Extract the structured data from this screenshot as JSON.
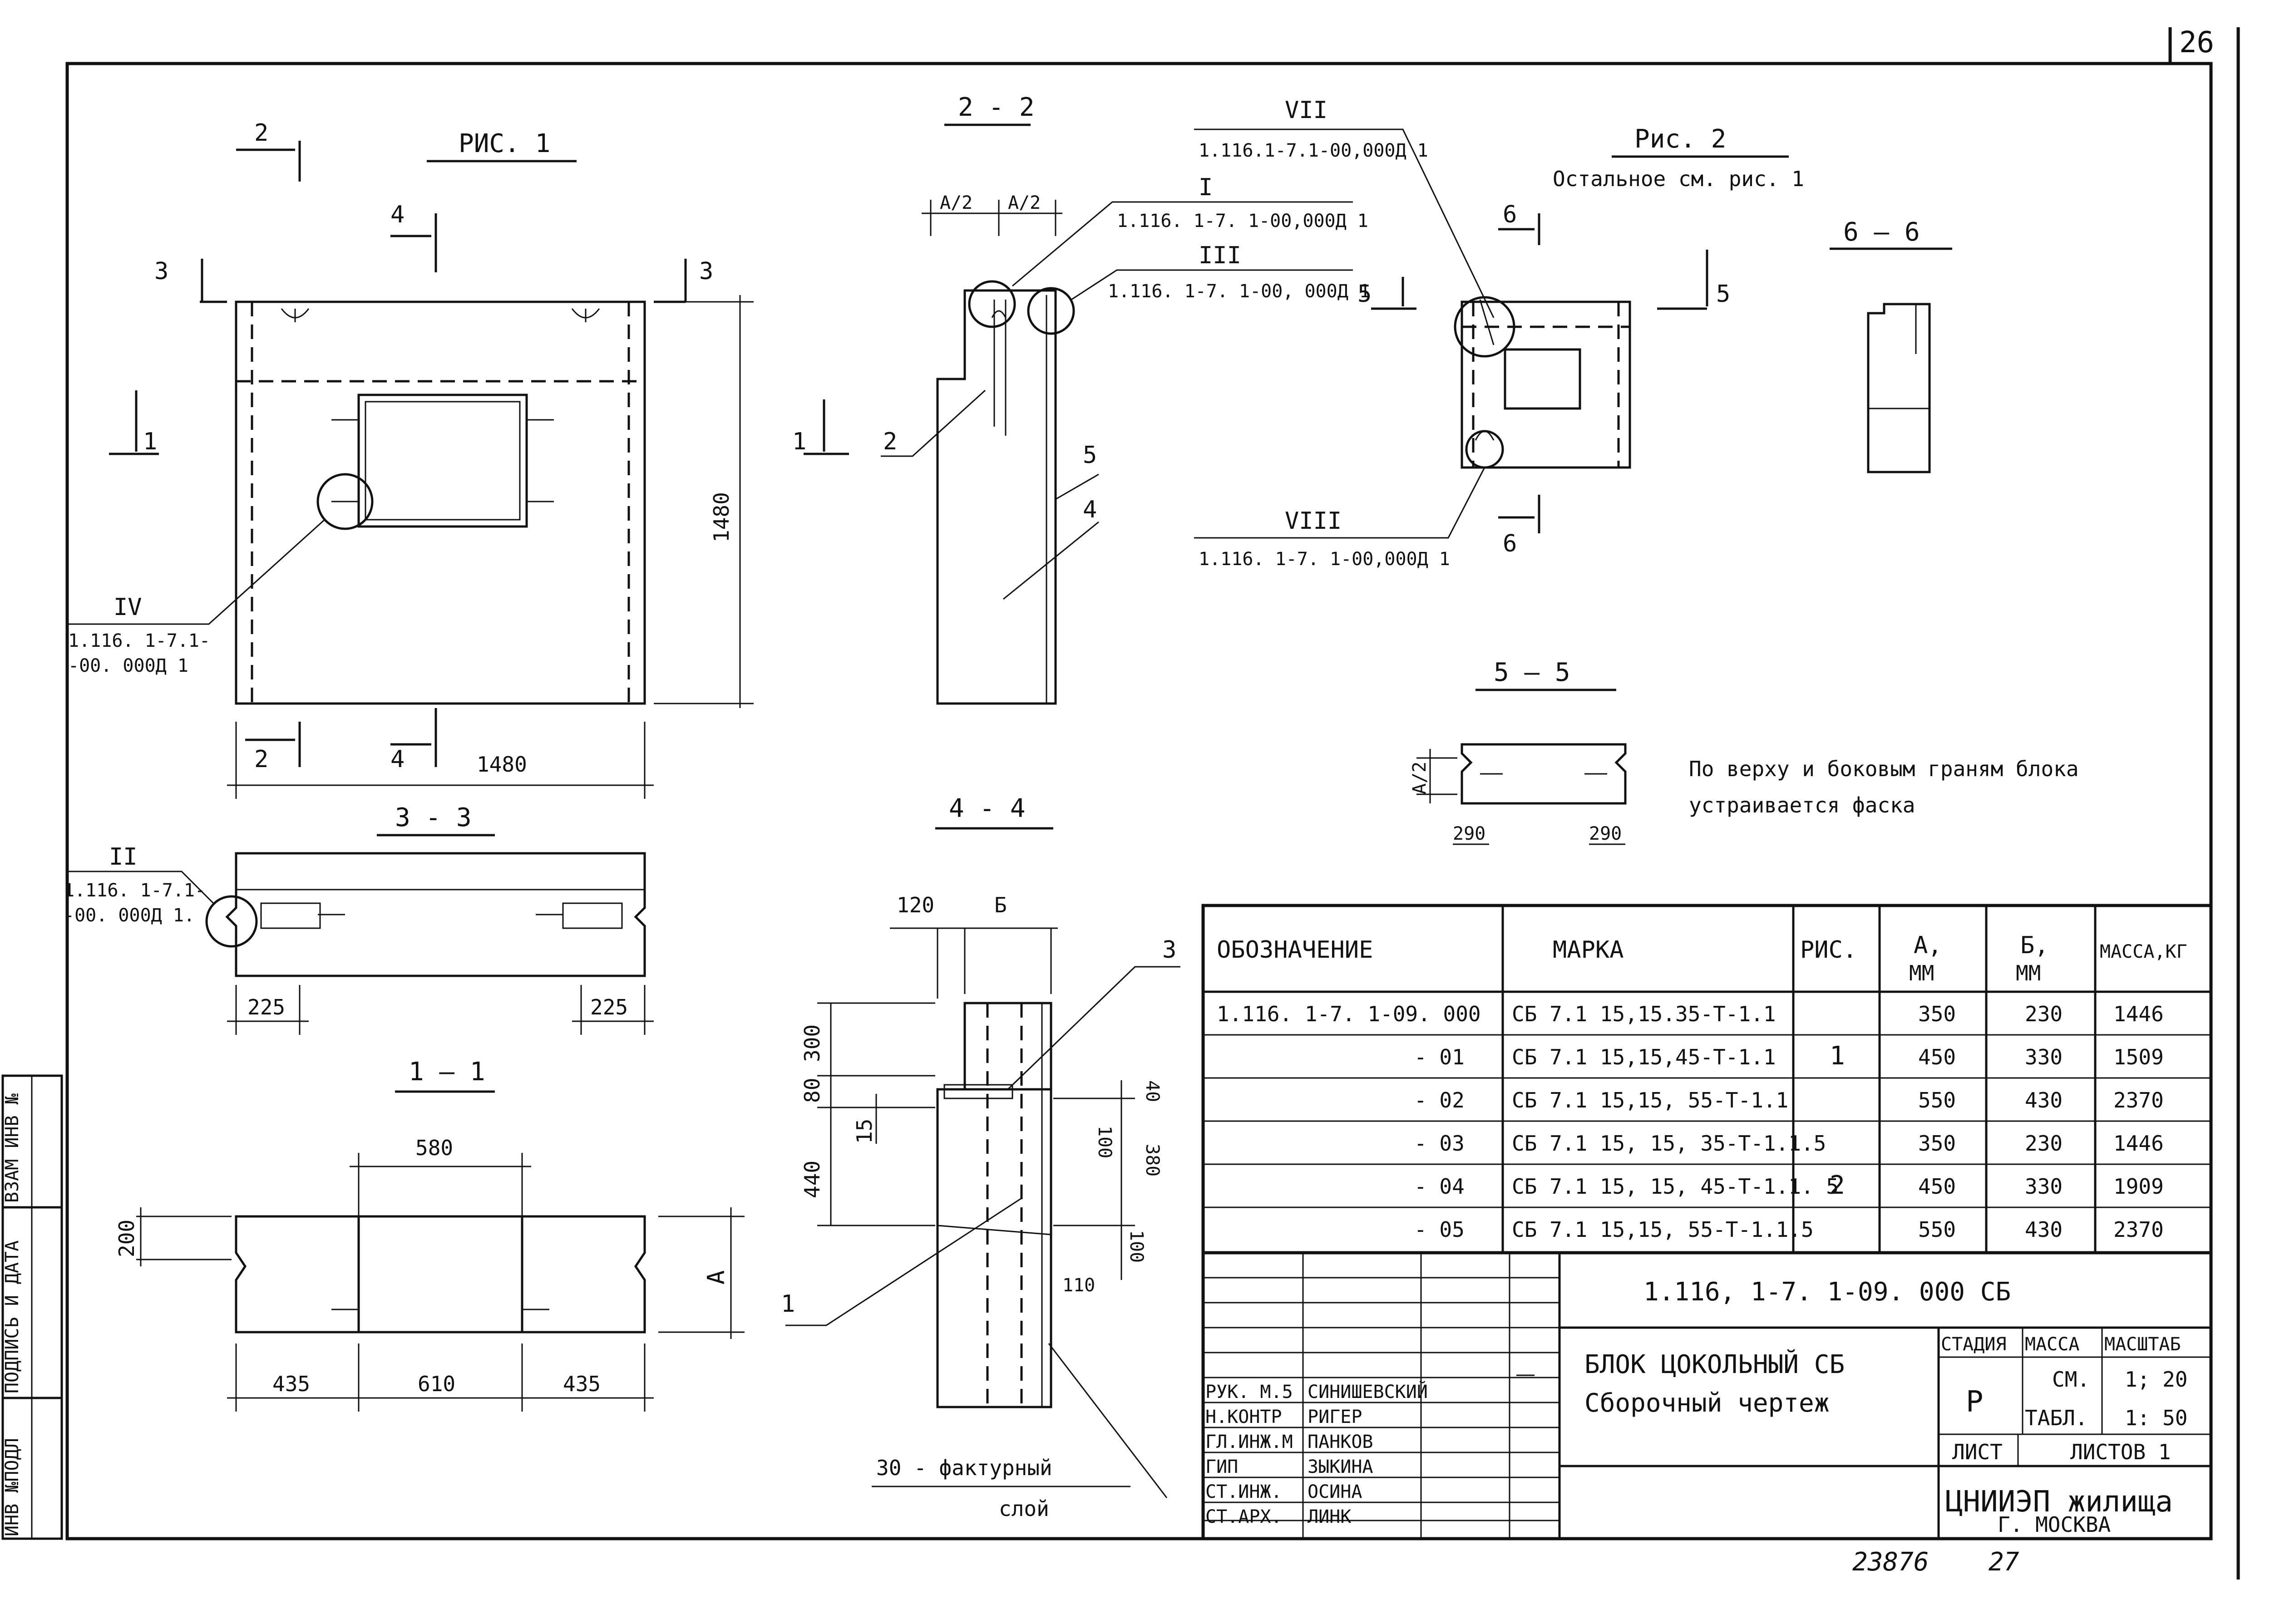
{
  "sheet": {
    "page_number": "26",
    "bottom_note": "23876",
    "bottom_page": "27"
  },
  "left_strip": {
    "inv_podl": "ИНВ №ПОДЛ",
    "sign_date": "ПОДПИСЬ И ДАТА",
    "vzam": "ВЗАМ ИНВ №"
  },
  "fig1": {
    "title": "РИС. 1",
    "sec2": "2",
    "sec3": "3",
    "sec4": "4",
    "sec1": "1",
    "dim_height": "1480",
    "dim_width": "1480",
    "callout_num": "IV",
    "callout_ref1": "1.116. 1-7.1-",
    "callout_ref2": "-00. 000Д 1"
  },
  "sec22": {
    "title": "2 - 2",
    "a_half": "А/2",
    "ref_i_num": "I",
    "ref_i": "1.116. 1-7. 1-00,000Д 1",
    "ref_iii_num": "III",
    "ref_iii": "1.116. 1-7. 1-00, 000Д 1",
    "pos2": "2",
    "pos5": "5",
    "pos4": "4",
    "sec1": "1"
  },
  "fig2": {
    "title": "Рис. 2",
    "subtitle": "Остальное см. рис. 1",
    "ref_vii_num": "VII",
    "ref_vii": "1.116.1-7.1-00,000Д 1",
    "ref_viii_num": "VIII",
    "ref_viii": "1.116. 1-7. 1-00,000Д 1",
    "sec6": "6",
    "sec5": "5"
  },
  "sec66": {
    "title": "6 – 6"
  },
  "sec55": {
    "title": "5 – 5",
    "a_half": "А/2",
    "dim1": "290",
    "dim2": "290"
  },
  "note": {
    "line1": "По верху и боковым граням блока",
    "line2": "устраивается фаска"
  },
  "sec33": {
    "title": "3 - 3",
    "ref_num": "II",
    "ref1": "1.116. 1-7.1-",
    "ref2": "-00. 000Д 1.",
    "dim_left": "225",
    "dim_right": "225"
  },
  "sec44": {
    "title": "4 - 4",
    "dim120": "120",
    "dimB": "Б",
    "dim300": "300",
    "dim80": "80",
    "dim440": "440",
    "dim15": "15",
    "dim40": "40",
    "dim100a": "100",
    "dim380": "380",
    "dim100b": "100",
    "dim110": "110",
    "pos3": "3",
    "pos1": "1",
    "layer1": "30 - фактурный",
    "layer2": "слой"
  },
  "sec11": {
    "title": "1 – 1",
    "dim580": "580",
    "dim200": "200",
    "dimA": "А",
    "dim435a": "435",
    "dim610": "610",
    "dim435b": "435"
  },
  "spec_table": {
    "headers": [
      "ОБОЗНАЧЕНИЕ",
      "МАРКА",
      "РИС.",
      "А, ММ",
      "Б, ММ",
      "МАССА,КГ"
    ],
    "rows": [
      {
        "code": "1.116. 1-7. 1-09. 000",
        "mark": "СБ 7.1 15,15.35-Т-1.1",
        "fig": "",
        "a": "350",
        "b": "230",
        "mass": "1446"
      },
      {
        "code": "- 01",
        "mark": "СБ 7.1 15,15,45-Т-1.1",
        "fig": "1",
        "a": "450",
        "b": "330",
        "mass": "1509"
      },
      {
        "code": "- 02",
        "mark": "СБ 7.1 15,15, 55-Т-1.1",
        "fig": "",
        "a": "550",
        "b": "430",
        "mass": "2370"
      },
      {
        "code": "- 03",
        "mark": "СБ 7.1 15, 15, 35-Т-1.1.5",
        "fig": "",
        "a": "350",
        "b": "230",
        "mass": "1446"
      },
      {
        "code": "- 04",
        "mark": "СБ 7.1 15, 15, 45-Т-1.1. 5",
        "fig": "2",
        "a": "450",
        "b": "330",
        "mass": "1909"
      },
      {
        "code": "- 05",
        "mark": "СБ 7.1 15,15, 55-Т-1.1.5",
        "fig": "",
        "a": "550",
        "b": "430",
        "mass": "2370"
      }
    ]
  },
  "title_block": {
    "doc_code": "1.116, 1-7. 1-09. 000 СБ",
    "name1": "БЛОК ЦОКОЛЬНЫЙ СБ",
    "name2": "Сборочный чертеж",
    "stage_label": "СТАДИЯ",
    "mass_label": "МАССА",
    "scale_label": "МАСШТАБ",
    "stage": "Р",
    "mass1": "СМ.",
    "mass2": "ТАБЛ.",
    "scale1": "1; 20",
    "scale2": "1: 50",
    "sheet_label": "ЛИСТ",
    "sheets_label": "ЛИСТОВ 1",
    "org": "ЦНИИЭП жилища",
    "city": "Г. МОСКВА",
    "staff": [
      {
        "role": "РУК. М.5",
        "name": "СИНИШЕВСКИЙ"
      },
      {
        "role": "Н.КОНТР",
        "name": "РИГЕР"
      },
      {
        "role": "ГЛ.ИНЖ.М",
        "name": "ПАНКОВ"
      },
      {
        "role": "ГИП",
        "name": "ЗЫКИНА"
      },
      {
        "role": "СТ.ИНЖ.",
        "name": "ОСИНА"
      },
      {
        "role": "СТ.АРХ.",
        "name": "ЛИНК"
      }
    ]
  }
}
